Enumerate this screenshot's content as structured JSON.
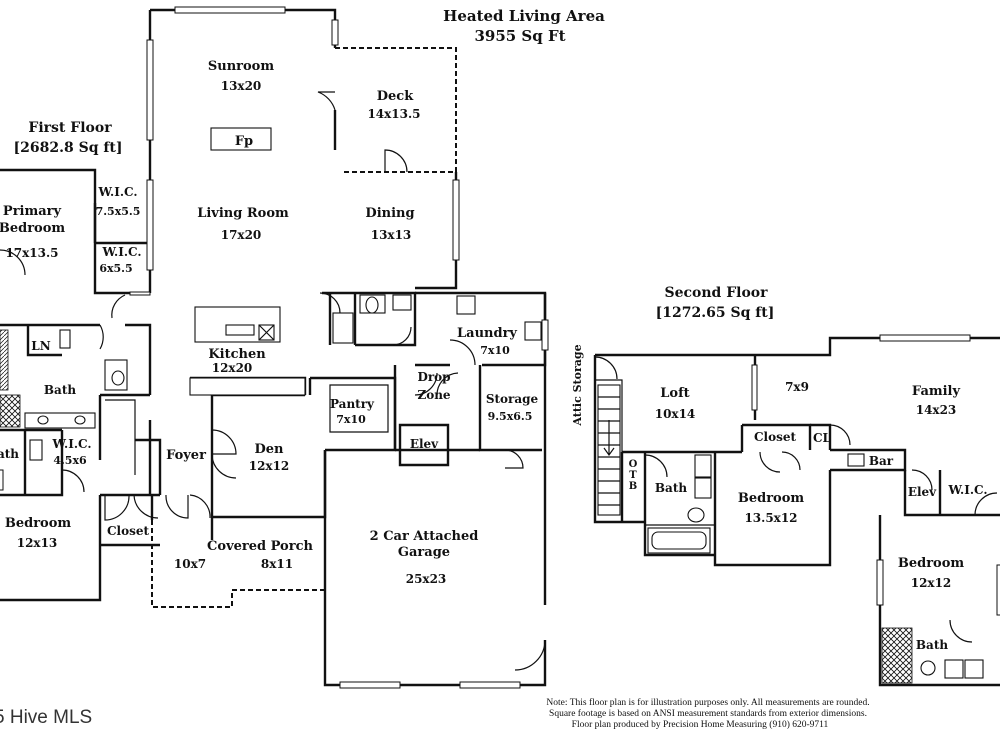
{
  "header": {
    "title": "Heated Living Area",
    "total": "3955 Sq Ft"
  },
  "first_floor": {
    "title": "First Floor",
    "area": "[2682.8 Sq ft]",
    "rooms": {
      "sunroom": {
        "name": "Sunroom",
        "dim": "13x20"
      },
      "fireplace": {
        "name": "Fp"
      },
      "deck": {
        "name": "Deck",
        "dim": "14x13.5"
      },
      "primary_bedroom": {
        "name_line1": "Primary",
        "name_line2": "Bedroom",
        "dim": "17x13.5"
      },
      "wic1": {
        "name": "W.I.C.",
        "dim": "7.5x5.5"
      },
      "wic2": {
        "name": "W.I.C.",
        "dim": "6x5.5"
      },
      "living_room": {
        "name": "Living Room",
        "dim": "17x20"
      },
      "dining": {
        "name": "Dining",
        "dim": "13x13"
      },
      "ln": {
        "name": "LN"
      },
      "bath": {
        "name": "Bath"
      },
      "bath2": {
        "name": "ath"
      },
      "wic3": {
        "name": "W.I.C.",
        "dim": "4.5x6"
      },
      "kitchen": {
        "name": "Kitchen",
        "dim": "12x20"
      },
      "laundry": {
        "name": "Laundry",
        "dim": "7x10"
      },
      "pantry": {
        "name": "Pantry",
        "dim": "7x10"
      },
      "drop_zone": {
        "name_line1": "Drop",
        "name_line2": "Zone"
      },
      "storage": {
        "name": "Storage",
        "dim": "9.5x6.5"
      },
      "elev": {
        "name": "Elev"
      },
      "foyer": {
        "name": "Foyer"
      },
      "den": {
        "name": "Den",
        "dim": "12x12"
      },
      "bedroom": {
        "name": "Bedroom",
        "dim": "12x13"
      },
      "closet": {
        "name": "Closet"
      },
      "covered_porch": {
        "name": "Covered Porch",
        "dim": "8x11"
      },
      "porch_side": {
        "dim": "10x7"
      },
      "garage": {
        "name_line1": "2 Car Attached",
        "name_line2": "Garage",
        "dim": "25x23"
      }
    }
  },
  "second_floor": {
    "title": "Second Floor",
    "area": "[1272.65 Sq ft]",
    "rooms": {
      "attic_storage": {
        "name": "Attic Storage"
      },
      "loft": {
        "name": "Loft",
        "dim": "10x14"
      },
      "space_7x9": {
        "dim": "7x9"
      },
      "family": {
        "name": "Family",
        "dim": "14x23"
      },
      "closet": {
        "name": "Closet"
      },
      "cl": {
        "name": "CL"
      },
      "bar": {
        "name": "Bar"
      },
      "otb": {
        "name": "OTB"
      },
      "bath": {
        "name": "Bath"
      },
      "bedroom": {
        "name": "Bedroom",
        "dim": "13.5x12"
      },
      "elev": {
        "name": "Elev"
      },
      "wic": {
        "name": "W.I.C."
      },
      "bedroom2": {
        "name": "Bedroom",
        "dim": "12x12"
      },
      "bath2": {
        "name": "Bath"
      }
    }
  },
  "footer": {
    "note_line1": "Note: This floor plan is for illustration purposes only. All measurements are rounded.",
    "note_line2": "Square footage is based on ANSI measurement standards from exterior dimensions.",
    "note_line3": "Floor plan produced by Precision Home Measuring (910) 620-9711",
    "watermark": "5 Hive MLS"
  }
}
